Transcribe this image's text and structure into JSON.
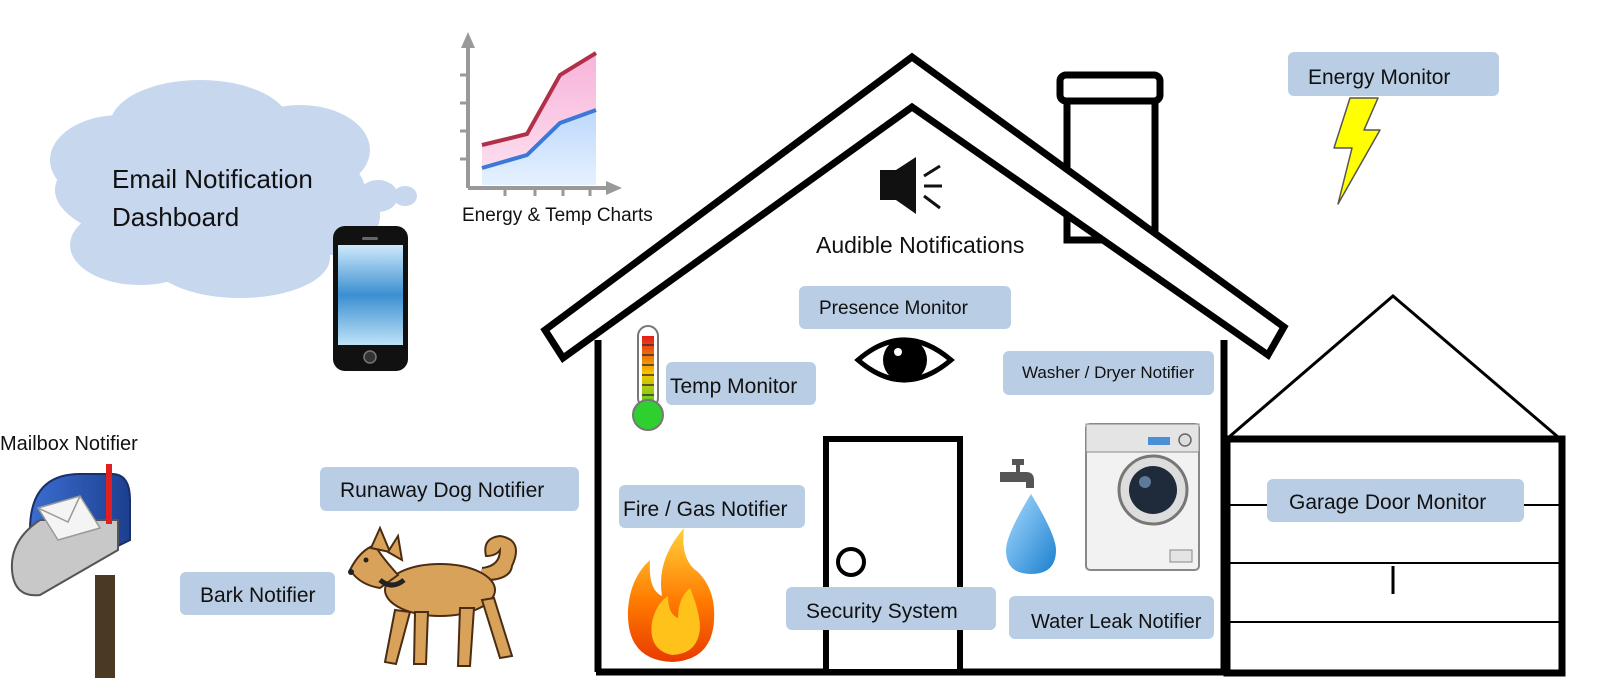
{
  "labels": {
    "email_dashboard_line1": "Email Notification",
    "email_dashboard_line2": "Dashboard",
    "charts": "Energy & Temp Charts",
    "audible": "Audible Notifications",
    "energy_monitor": "Energy Monitor",
    "presence_monitor": "Presence Monitor",
    "temp_monitor": "Temp Monitor",
    "washer_dryer": "Washer / Dryer Notifier",
    "mailbox": "Mailbox Notifier",
    "runaway_dog": "Runaway Dog Notifier",
    "fire_gas": "Fire / Gas Notifier",
    "garage_door": "Garage Door Monitor",
    "bark": "Bark Notifier",
    "security": "Security System",
    "water_leak": "Water Leak Notifier"
  },
  "colors": {
    "label_box": "#b9cde5",
    "cloud": "#c6d7ee",
    "lightning": "#ffff00",
    "chart_red_line": "#b0304a",
    "chart_blue_line": "#3c78d8",
    "fire_orange": "#ff7a00",
    "water_drop": "#2a9be0"
  },
  "icons": [
    "cloud-icon",
    "smartphone-icon",
    "line-chart-icon",
    "speaker-icon",
    "lightning-icon",
    "eye-icon",
    "thermometer-icon",
    "washing-machine-icon",
    "faucet-icon",
    "water-drop-icon",
    "fire-icon",
    "dog-icon",
    "mailbox-icon",
    "door-icon",
    "house-outline",
    "garage-outline"
  ]
}
